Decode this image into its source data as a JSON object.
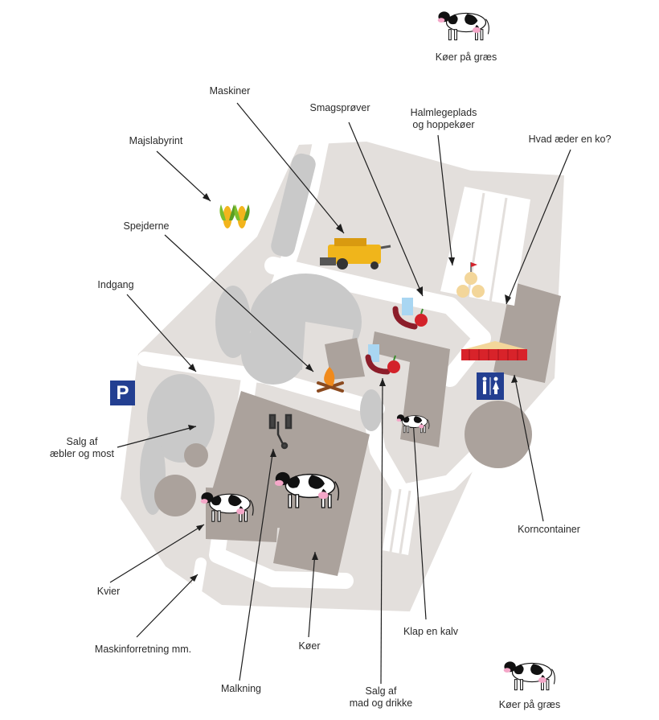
{
  "labels": {
    "cows_grass_top": "Køer på græs",
    "machines": "Maskiner",
    "tasting": "Smagsprøver",
    "straw_playground": "Halmlegeplads\nog hoppekøer",
    "what_cow_eats": "Hvad æder en ko?",
    "corn_maze": "Majslabyrint",
    "scouts": "Spejderne",
    "entrance": "Indgang",
    "apple_sale": "Salg af\næbler og most",
    "heifers": "Kvier",
    "machine_shop": "Maskinforretning mm.",
    "milking": "Malkning",
    "cows": "Køer",
    "food_drink_sale": "Salg af\nmad og drikke",
    "pat_calf": "Klap en kalv",
    "grain_container": "Korncontainer",
    "cows_grass_bottom": "Køer på græs"
  },
  "signs": {
    "parking": "P"
  },
  "icons": [
    "cow-icon",
    "corn-icon",
    "combine-harvester-icon",
    "sausage-apple-icon",
    "straw-bales-icon",
    "campfire-icon",
    "milking-machine-icon",
    "calf-icon",
    "grain-container-icon",
    "toilet-icon",
    "parking-icon"
  ],
  "colors": {
    "ground": "#e3dfdc",
    "building": "#aba29c",
    "path": "#ffffff",
    "trees": "#c9c9c9",
    "sign_blue": "#233f91",
    "container_red": "#d8232a",
    "harvester_yellow": "#f0b51b"
  }
}
